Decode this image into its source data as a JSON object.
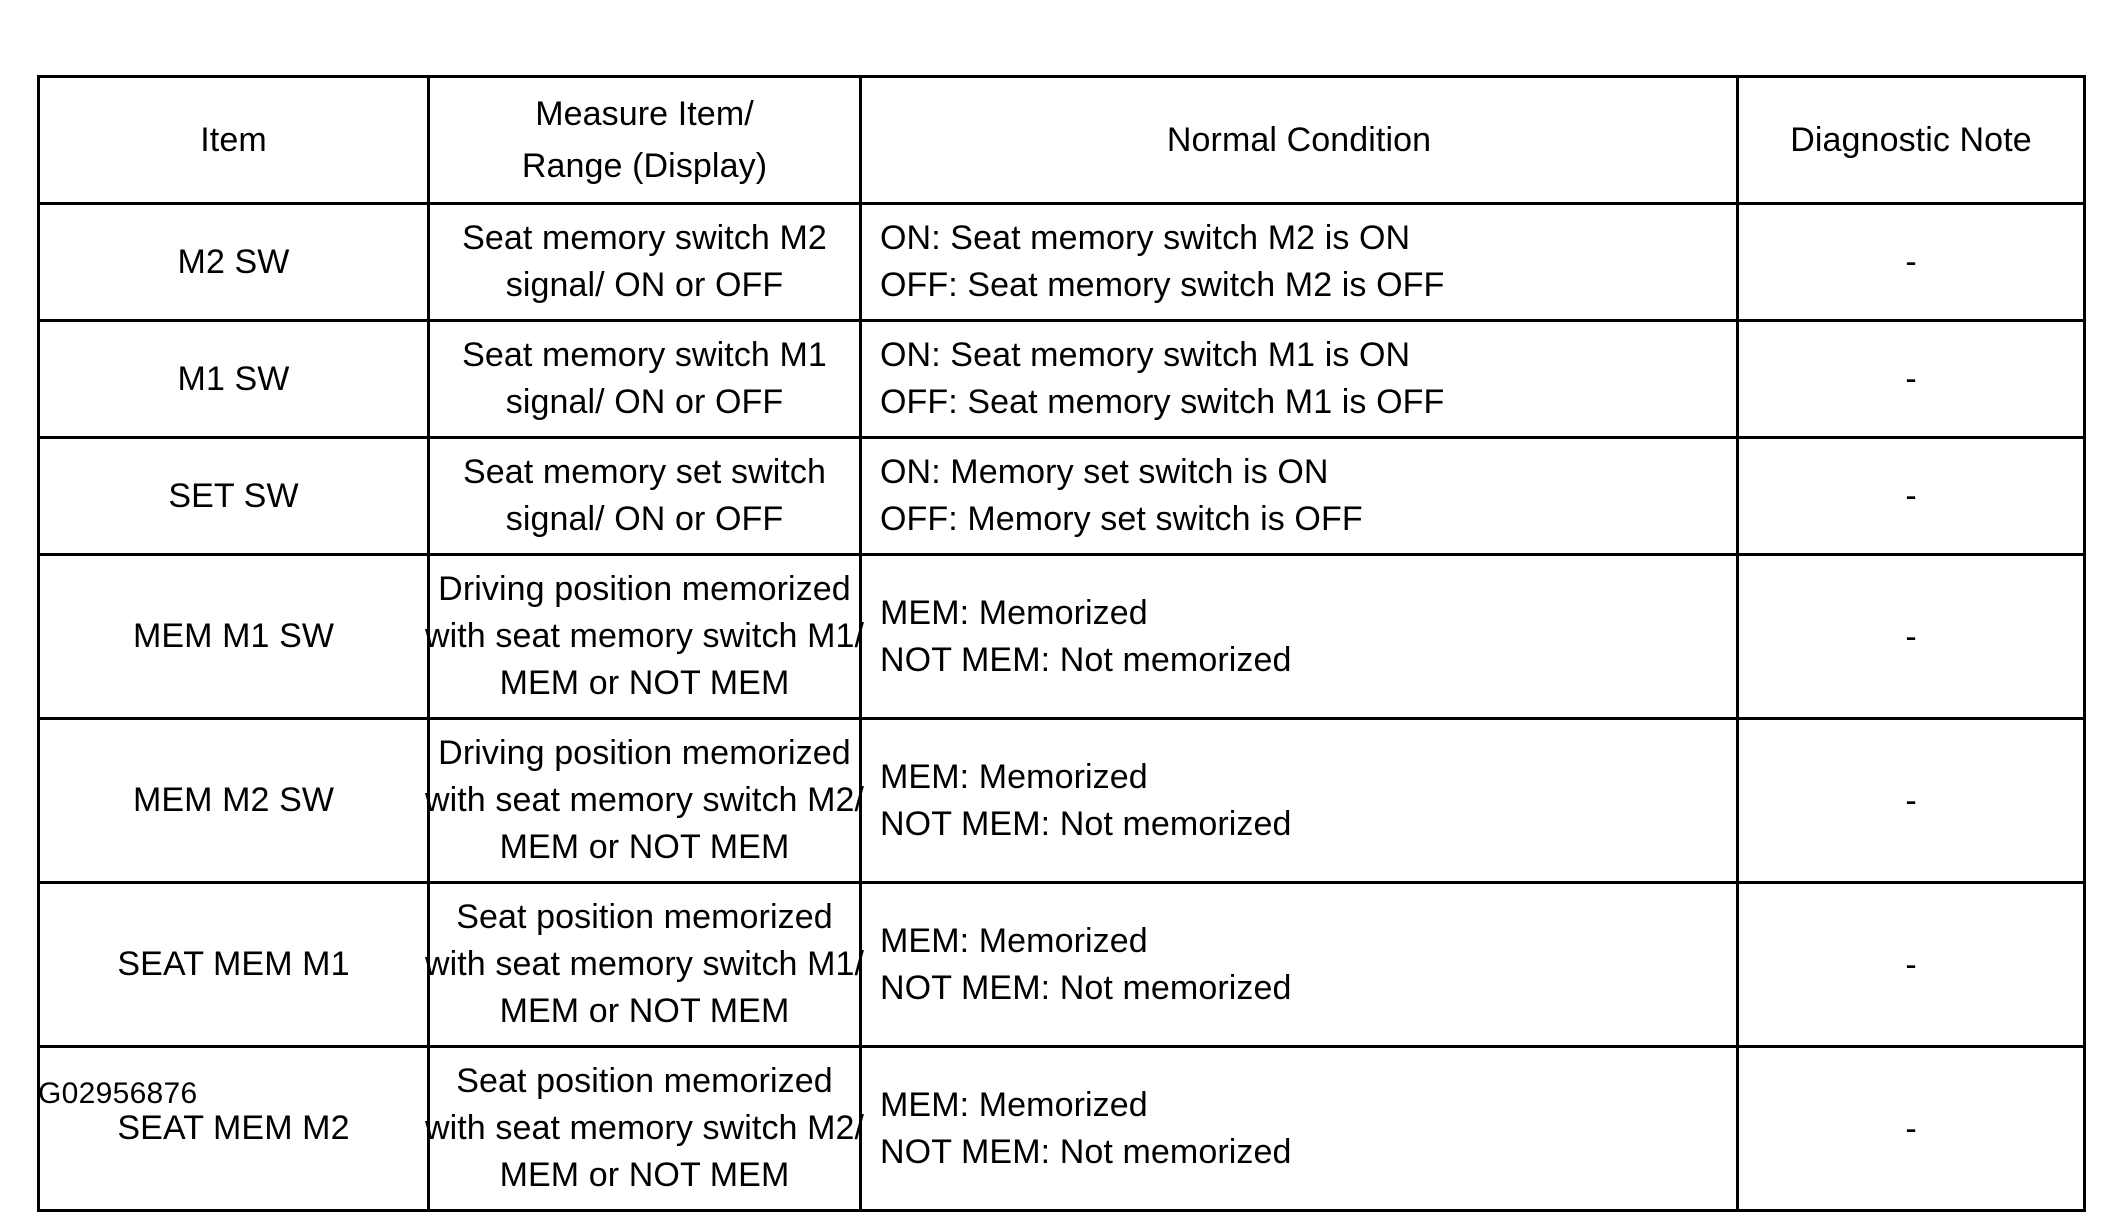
{
  "table": {
    "headers": [
      {
        "lines": [
          "Item"
        ]
      },
      {
        "lines": [
          "Measure Item/",
          "Range (Display)"
        ]
      },
      {
        "lines": [
          "Normal Condition"
        ]
      },
      {
        "lines": [
          "Diagnostic Note"
        ]
      }
    ],
    "rows": [
      {
        "item": "M2 SW",
        "measure_lines": [
          "Seat memory switch M2",
          "signal/ ON or OFF"
        ],
        "normal_lines": [
          "ON: Seat memory switch M2 is ON",
          "OFF: Seat memory switch M2 is OFF"
        ],
        "note": "-"
      },
      {
        "item": "M1 SW",
        "measure_lines": [
          "Seat memory switch M1",
          "signal/ ON or OFF"
        ],
        "normal_lines": [
          "ON: Seat memory switch M1 is ON",
          "OFF: Seat memory switch M1 is OFF"
        ],
        "note": "-"
      },
      {
        "item": "SET SW",
        "measure_lines": [
          "Seat memory set switch",
          "signal/ ON or OFF"
        ],
        "normal_lines": [
          "ON: Memory set switch is ON",
          "OFF: Memory set switch is OFF"
        ],
        "note": "-"
      },
      {
        "item": "MEM M1 SW",
        "measure_lines": [
          "Driving position memorized",
          "with seat memory switch M1/",
          "MEM or NOT MEM"
        ],
        "normal_lines": [
          "MEM: Memorized",
          "NOT MEM: Not memorized"
        ],
        "note": "-"
      },
      {
        "item": "MEM M2 SW",
        "measure_lines": [
          "Driving position memorized",
          "with seat memory switch M2/",
          "MEM or NOT MEM"
        ],
        "normal_lines": [
          "MEM: Memorized",
          "NOT MEM: Not memorized"
        ],
        "note": "-"
      },
      {
        "item": "SEAT MEM M1",
        "measure_lines": [
          "Seat position memorized",
          "with seat memory switch M1/",
          "MEM or NOT MEM"
        ],
        "normal_lines": [
          "MEM: Memorized",
          "NOT MEM: Not memorized"
        ],
        "note": "-"
      },
      {
        "item": "SEAT MEM M2",
        "measure_lines": [
          "Seat position memorized",
          "with seat memory switch M2/",
          "MEM or NOT MEM"
        ],
        "normal_lines": [
          "MEM: Memorized",
          "NOT MEM: Not memorized"
        ],
        "note": "-"
      }
    ]
  },
  "figure_id": "G02956876",
  "colors": {
    "border": "#000000",
    "text": "#000000",
    "background": "#ffffff"
  }
}
